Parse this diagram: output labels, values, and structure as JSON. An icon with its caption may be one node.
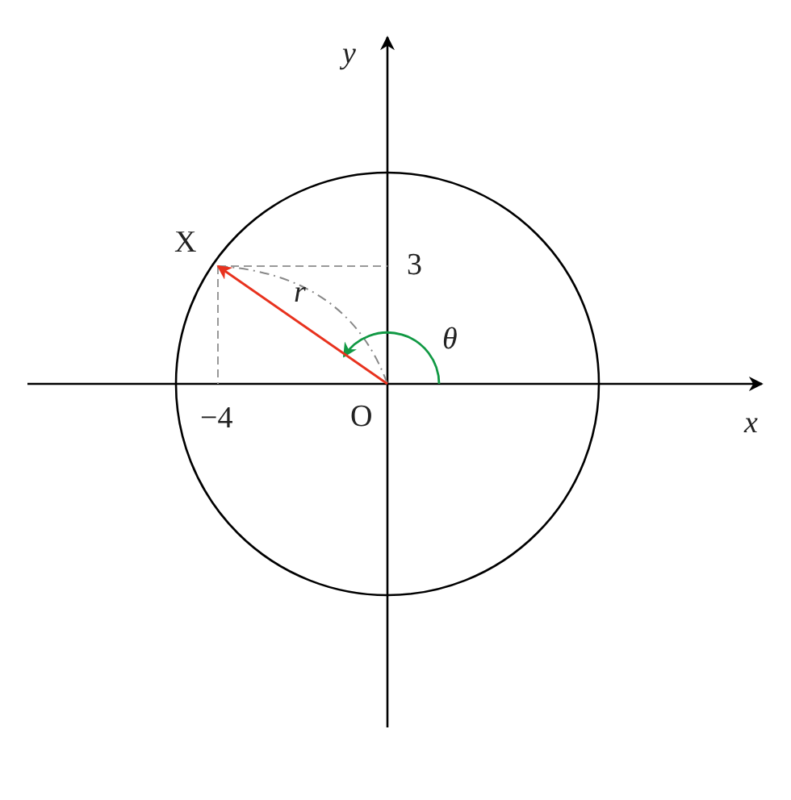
{
  "diagram": {
    "nodes": [
      {
        "text": [
          "X"
        ]
      },
      {
        "text": [
          "O"
        ]
      }
    ],
    "edges": [
      {
        "from": 1,
        "to": 0,
        "arrow": "to",
        "color": "#e8321e"
      }
    ],
    "labels": [
      "y",
      "3",
      "r",
      "θ",
      "−4",
      "x"
    ]
  }
}
